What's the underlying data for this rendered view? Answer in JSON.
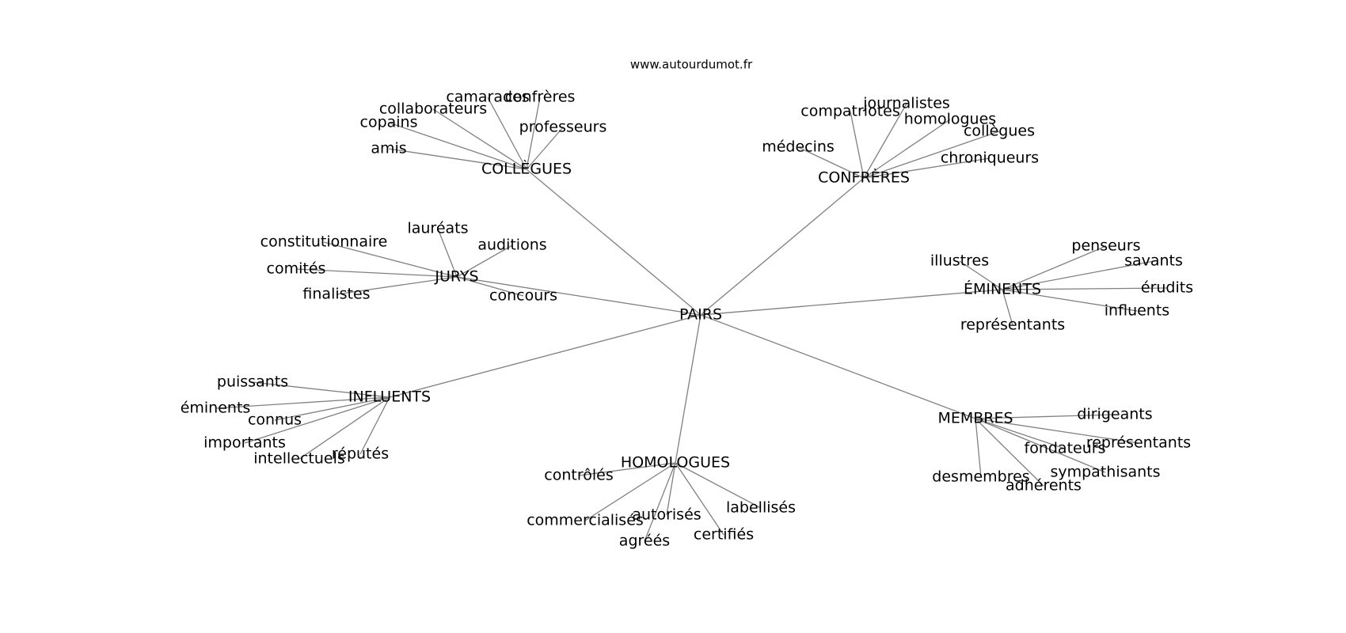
{
  "source": "www.autourdumot.fr",
  "graph": {
    "center": "PAIRS",
    "groups": [
      {
        "hub": "COLLÈGUES",
        "leaves": [
          "camarades",
          "confrères",
          "collaborateurs",
          "copains",
          "professeurs",
          "amis"
        ]
      },
      {
        "hub": "CONFRÈRES",
        "leaves": [
          "journalistes",
          "compatriotes",
          "homologues",
          "collègues",
          "médecins",
          "chroniqueurs"
        ]
      },
      {
        "hub": "JURYS",
        "leaves": [
          "lauréats",
          "constitutionnaire",
          "auditions",
          "comités",
          "finalistes",
          "concours"
        ]
      },
      {
        "hub": "ÉMINENTS",
        "leaves": [
          "penseurs",
          "illustres",
          "savants",
          "érudits",
          "influents",
          "représentants"
        ]
      },
      {
        "hub": "INFLUENTS",
        "leaves": [
          "puissants",
          "éminents",
          "connus",
          "importants",
          "réputés",
          "intellectuels"
        ]
      },
      {
        "hub": "HOMOLOGUES",
        "leaves": [
          "contrôlés",
          "labellisés",
          "autorisés",
          "commercialisés",
          "certifiés",
          "agréés"
        ]
      },
      {
        "hub": "MEMBRES",
        "leaves": [
          "dirigeants",
          "représentants",
          "fondateurs",
          "sympathisants",
          "desmembres",
          "adhérents"
        ]
      }
    ]
  }
}
